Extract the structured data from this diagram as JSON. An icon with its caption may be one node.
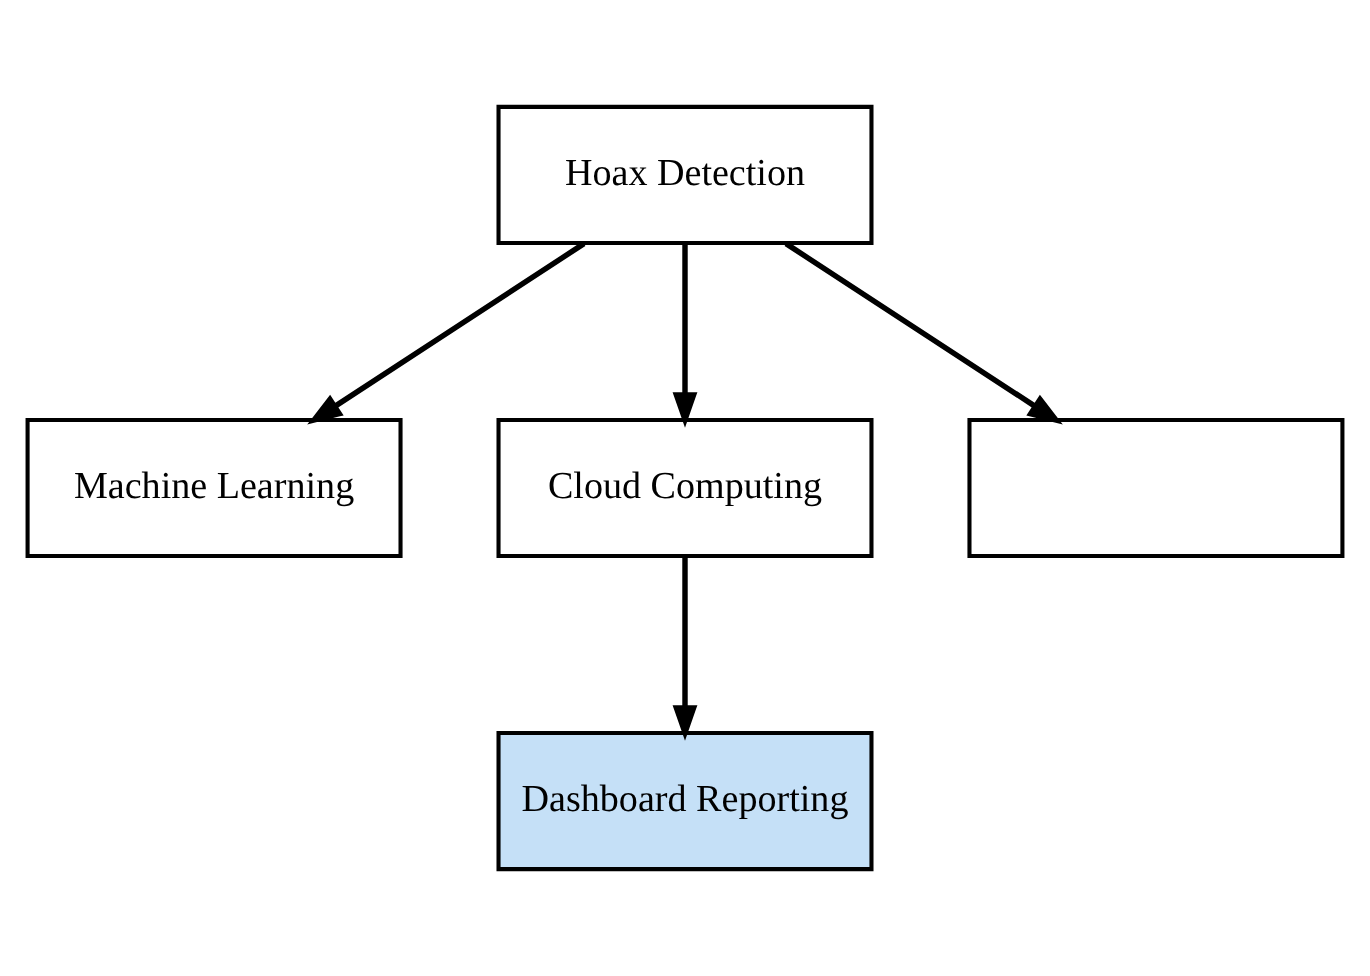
{
  "diagram": {
    "nodes": [
      {
        "text": [
          "Hoax Detection"
        ]
      },
      {
        "text": [
          "Machine Learning"
        ]
      },
      {
        "text": [
          "Cloud Computing"
        ]
      },
      {
        "text": [],
        "shape": "box"
      },
      {
        "text": [
          "Dashboard Reporting"
        ]
      }
    ],
    "edges": [
      {
        "from": 0,
        "to": 1,
        "arrow": "to"
      },
      {
        "from": 0,
        "to": 2,
        "arrow": "to"
      },
      {
        "from": 0,
        "to": 3,
        "arrow": "to"
      },
      {
        "from": 2,
        "to": 4,
        "arrow": "to"
      }
    ]
  }
}
